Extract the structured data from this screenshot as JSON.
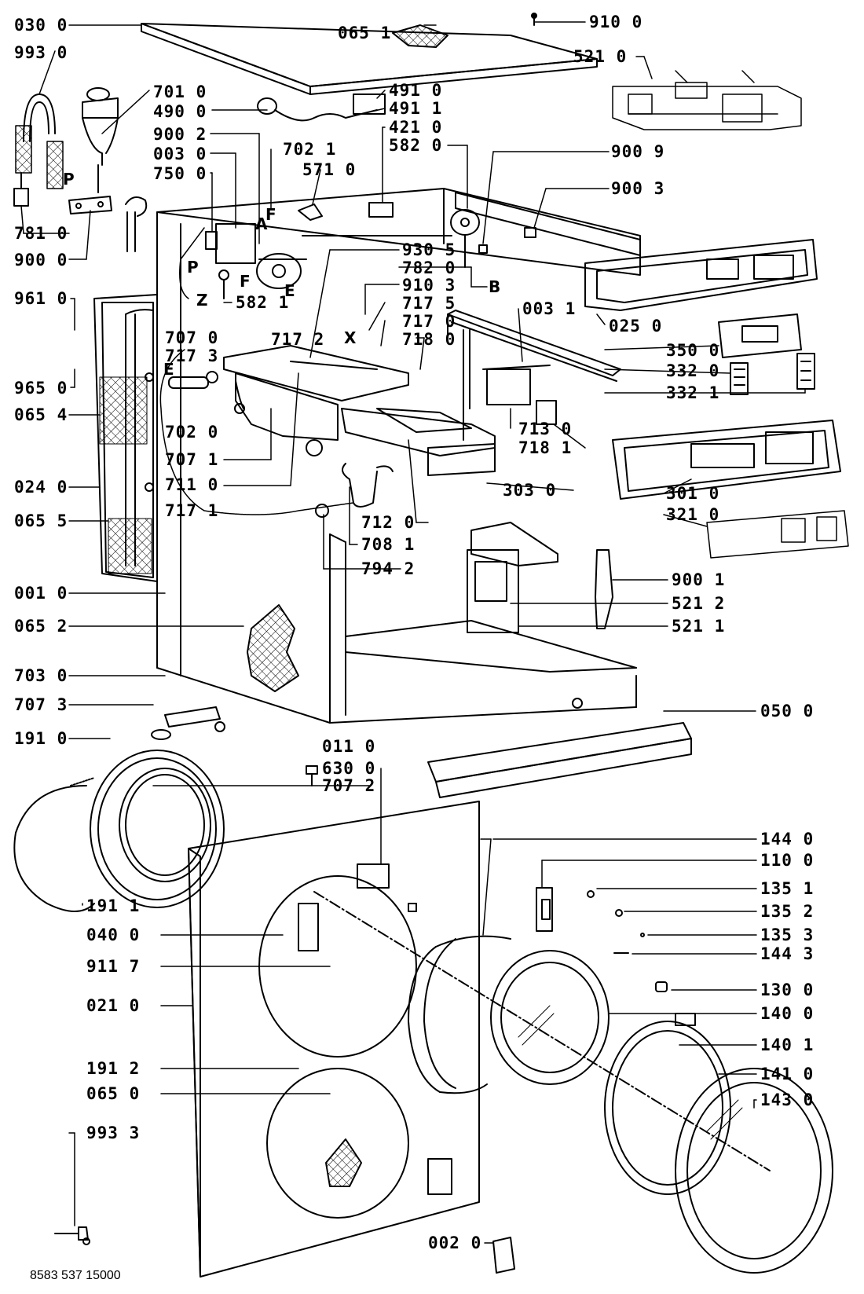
{
  "diagram": {
    "doc_code": "8583 537 15000",
    "callouts": {
      "c0300": "030 0",
      "c9930": "993 0",
      "c7010": "701 0",
      "c4900": "490 0",
      "c9002": "900 2",
      "c0030": "003 0",
      "c7500": "750 0",
      "c7810": "781 0",
      "c9000": "900 0",
      "c9610": "961 0",
      "c7070": "707 0",
      "c7173": "717 3",
      "c9650": "965 0",
      "c0654": "065 4",
      "c7020": "702 0",
      "c7071": "707 1",
      "c7110": "711 0",
      "c0240": "024 0",
      "c7171": "717 1",
      "c0655": "065 5",
      "c0010": "001 0",
      "c0652": "065 2",
      "c7030": "703 0",
      "c7073": "707 3",
      "c1910": "191 0",
      "c1911": "191 1",
      "c0400": "040 0",
      "c9117": "911 7",
      "c0210": "021 0",
      "c1912": "191 2",
      "c0650": "065 0",
      "c9933": "993 3",
      "c0651": "065 1",
      "c9100": "910 0",
      "c5210": "521 0",
      "c4910": "491 0",
      "c4911": "491 1",
      "c4210": "421 0",
      "c5820": "582 0",
      "c7021": "702 1",
      "c5710": "571 0",
      "c9009": "900 9",
      "c9003": "900 3",
      "c5821": "582 1",
      "c9305": "930 5",
      "c7820": "782 0",
      "c9103": "910 3",
      "c7175": "717 5",
      "c7172": "717 2",
      "c7170": "717 0",
      "c7180": "718 0",
      "c0031": "003 1",
      "c0250": "025 0",
      "c3500": "350 0",
      "c3320": "332 0",
      "c3321": "332 1",
      "c7130": "713 0",
      "c7181": "718 1",
      "c3010": "301 0",
      "c3030": "303 0",
      "c3210": "321 0",
      "c7120": "712 0",
      "c7081": "708 1",
      "c7942": "794 2",
      "c9001": "900 1",
      "c5212": "521 2",
      "c5211": "521 1",
      "c0500": "050 0",
      "c0110": "011 0",
      "c6300": "630 0",
      "c7072": "707 2",
      "c1440": "144 0",
      "c1100": "110 0",
      "c1351": "135 1",
      "c1352": "135 2",
      "c1353": "135 3",
      "c1443": "144 3",
      "c1300": "130 0",
      "c1400": "140 0",
      "c1401": "140 1",
      "c1410": "141 0",
      "c1430": "143 0",
      "c0020": "002 0"
    },
    "markers": {
      "P": "P",
      "A": "A",
      "F": "F",
      "Z": "Z",
      "E": "E",
      "X": "X",
      "B": "B"
    }
  }
}
